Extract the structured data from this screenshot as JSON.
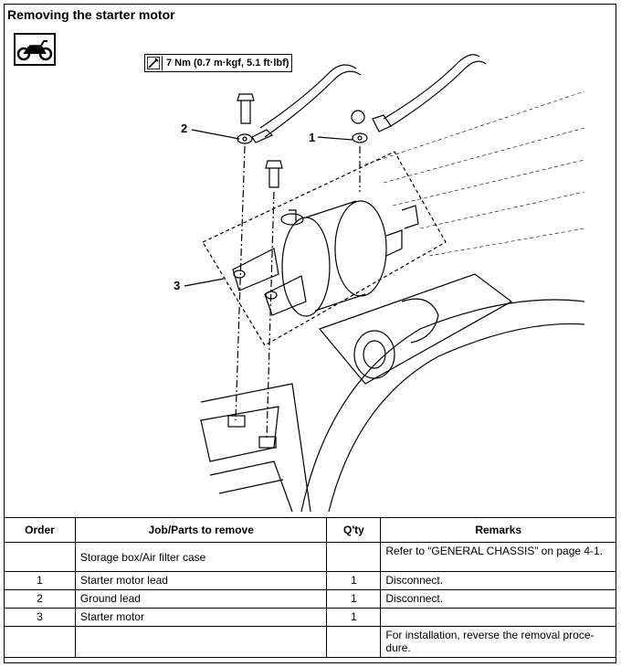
{
  "title": "Removing the starter motor",
  "torque": "7 Nm (0.7 m·kgf, 5.1 ft·lbf)",
  "callouts": [
    "1",
    "2",
    "3"
  ],
  "table": {
    "headers": [
      "Order",
      "Job/Parts to remove",
      "Q'ty",
      "Remarks"
    ],
    "rows": [
      {
        "order": "",
        "part": "Storage box/Air filter case",
        "qty": "",
        "remarks": "Refer to “GENERAL CHASSIS” on page 4-1."
      },
      {
        "order": "1",
        "part": "Starter motor lead",
        "qty": "1",
        "remarks": "Disconnect."
      },
      {
        "order": "2",
        "part": "Ground lead",
        "qty": "1",
        "remarks": "Disconnect."
      },
      {
        "order": "3",
        "part": "Starter motor",
        "qty": "1",
        "remarks": ""
      },
      {
        "order": "",
        "part": "",
        "qty": "",
        "remarks": "For installation, reverse the removal proce-dure."
      }
    ]
  },
  "icons": [
    "motorcycle-icon",
    "torque-wrench-icon"
  ]
}
